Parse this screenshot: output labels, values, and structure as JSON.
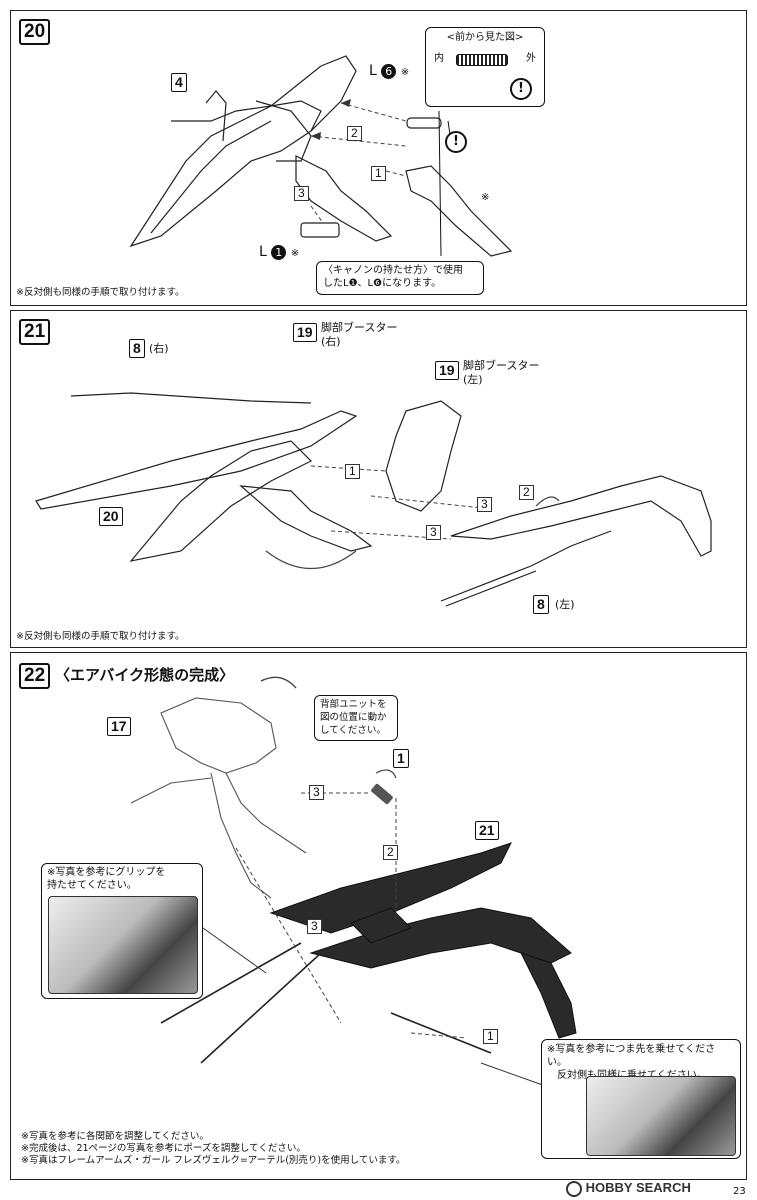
{
  "step20": {
    "number": "20",
    "part_4": "4",
    "label_L6": "L",
    "label_L6_num": "6",
    "label_L6_mark": "※",
    "label_L1": "L",
    "label_L1_num": "1",
    "label_L1_mark": "※",
    "sub_1": "1",
    "sub_2": "2",
    "sub_3": "3",
    "star_mark": "※",
    "front_view_title": "<前から見た図>",
    "inner": "内",
    "outer": "外",
    "cannon_note_line1": "〈キャノンの持たせ方〉で使用",
    "cannon_note_line2": "したL❶、L❻になります。",
    "footnote": "※反対側も同様の手順で取り付けます。"
  },
  "step21": {
    "number": "21",
    "part_8_right": "8",
    "part_8_right_side": "(右)",
    "part_19_right": "19",
    "part_19_right_label": "脚部ブースター",
    "part_19_right_side": "(右)",
    "part_19_left": "19",
    "part_19_left_label": "脚部ブースター",
    "part_19_left_side": "(左)",
    "part_20": "20",
    "part_8_left": "8",
    "part_8_left_side": "(左)",
    "sub_1": "1",
    "sub_2": "2",
    "sub_3a": "3",
    "sub_3b": "3",
    "footnote": "※反対側も同様の手順で取り付けます。"
  },
  "step22": {
    "number": "22",
    "title": "〈エアバイク形態の完成〉",
    "part_17": "17",
    "back_unit_note": [
      "背部ユニットを",
      "図の位置に動か",
      "してください。"
    ],
    "part_1": "1",
    "part_21": "21",
    "sub_3a": "3",
    "sub_2": "2",
    "sub_3b": "3",
    "sub_1": "1",
    "grip_note": [
      "※写真を参考にグリップを",
      "持たせてください。"
    ],
    "toe_note": [
      "※写真を参考につま先を乗せてください。",
      "反対側も同様に乗せてください。"
    ],
    "footnotes": [
      "※写真を参考に各関節を調整してください。",
      "※完成後は、21ページの写真を参考にポーズを調整してください。",
      "※写真はフレームアームズ・ガール フレズヴェルク=アーテル(別売り)を使用しています。"
    ]
  },
  "watermark": "HOBBY SEARCH",
  "page_number": "23"
}
